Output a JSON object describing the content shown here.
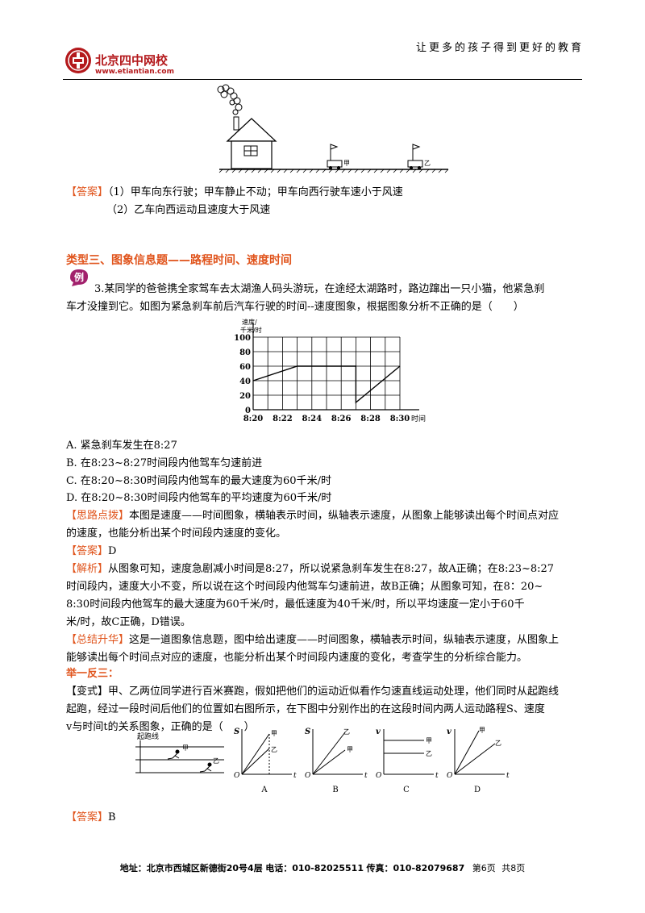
{
  "header": {
    "slogan": "让更多的孩子得到更好的教育",
    "logo_name": "北京四中网校",
    "logo_url": "www.etiantian.com"
  },
  "scene": {
    "car_a": "甲",
    "car_b": "乙"
  },
  "answer1": {
    "tag": "【答案】",
    "line1": "（1）甲车向东行驶；甲车静止不动；甲车向西行驶车速小于风速",
    "line2": "（2）乙车向西运动且速度大于风速"
  },
  "section_title": "类型三、图象信息题——路程时间、速度时间",
  "example_badge": "例",
  "question": {
    "line1": "3.某同学的爸爸携全家驾车去太湖渔人码头游玩，在途经太湖路时，路边蹿出一只小猫，他紧急刹",
    "line2": "车才没撞到它。如图为紧急刹车前后汽车行驶的时间--速度图象，根据图象分析不正确的是（　　）"
  },
  "chart_data": {
    "type": "line",
    "ylabel": "速度/千米/时",
    "xlabel": "时间",
    "x_ticks": [
      "8:20",
      "8:22",
      "8:24",
      "8:26",
      "8:28",
      "8:30"
    ],
    "y_ticks": [
      "0",
      "20",
      "40",
      "60",
      "80",
      "100"
    ],
    "ylim": [
      0,
      100
    ],
    "xlim": [
      "8:20",
      "8:30"
    ],
    "grid": true,
    "points": [
      {
        "x": "8:20",
        "y": 40
      },
      {
        "x": "8:23",
        "y": 60
      },
      {
        "x": "8:27",
        "y": 60
      },
      {
        "x": "8:27",
        "y": 10
      },
      {
        "x": "8:30",
        "y": 60
      }
    ]
  },
  "options": [
    "A. 紧急刹车发生在8:27",
    "B. 在8:23~8:27时间段内他驾车匀速前进",
    "C. 在8:20~8:30时间段内他驾车的最大速度为60千米/时",
    "D. 在8:20~8:30时间段内他驾车的平均速度为60千米/时"
  ],
  "hint": {
    "tag": "【思路点拨】",
    "line1": "本图是速度——时间图象，横轴表示时间，纵轴表示速度，从图象上能够读出每个时间点对应",
    "line2": "的速度，也能分析出某个时间段内速度的变化。"
  },
  "answer2": {
    "tag": "【答案】",
    "value": "D"
  },
  "analysis": {
    "tag": "【解析】",
    "line1": "从图象可知，速度急剧减小时间是8:27，所以说紧急刹车发生在8:27，故A正确；在8:23~8:27",
    "line2": "时间段内，速度大小不变，所以说在这个时间段内他驾车匀速前进，故B正确；从图象可知，在8：20~",
    "line3": "8:30时间段内他驾车的最大速度为60千米/时，最低速度为40千米/时，所以平均速度一定小于60千",
    "line4": "米/时，故C正确，D错误。"
  },
  "summary": {
    "tag": "【总结升华】",
    "line1": "这是一道图象信息题，图中给出速度——时间图象，横轴表示时间，纵轴表示速度，从图象上",
    "line2": "能够读出每个时间点对应的速度，也能分析出某个时间段内速度的变化，考查学生的分析综合能力。"
  },
  "practice_title": "举一反三：",
  "variant": {
    "tag": "【变式】",
    "line1": "甲、乙两位同学进行百米赛跑，假如把他们的运动近似看作匀速直线运动处理，他们同时从起跑线",
    "line2": "起跑，经过一段时间后他们的位置如右图所示，在下图中分别作出的在这段时间内两人运动路程S、速度",
    "line3": "v与时间t的关系图象，正确的是（　　）"
  },
  "race_figure": {
    "start_label": "起跑线",
    "runner_a": "甲",
    "runner_b": "乙"
  },
  "graph_options": [
    {
      "label": "A",
      "y_axis": "S",
      "x_axis": "t",
      "origin": "O",
      "line1": "甲",
      "line2": "乙"
    },
    {
      "label": "B",
      "y_axis": "S",
      "x_axis": "t",
      "origin": "O",
      "line1": "乙",
      "line2": "甲"
    },
    {
      "label": "C",
      "y_axis": "v",
      "x_axis": "t",
      "origin": "O",
      "line1": "甲",
      "line2": "乙"
    },
    {
      "label": "D",
      "y_axis": "v",
      "x_axis": "t",
      "origin": "O",
      "line1": "甲",
      "line2": "乙"
    }
  ],
  "answer3": {
    "tag": "【答案】",
    "value": "B"
  },
  "footer": {
    "address_label": "地址：",
    "address": "北京市西城区新德街20号4层",
    "phone_label": "电话：",
    "phone": "010-82025511",
    "fax_label": "传真：",
    "fax": "010-82079687",
    "page": "第6页",
    "total": "共8页"
  },
  "colors": {
    "accent": "#e0541c",
    "logo": "#b4191c"
  }
}
